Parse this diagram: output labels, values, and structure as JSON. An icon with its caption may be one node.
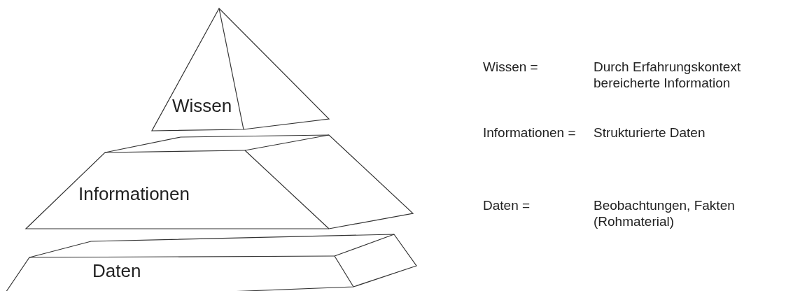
{
  "diagram": {
    "nodes": [
      {
        "text": [
          "Wissen"
        ]
      },
      {
        "text": [
          "Informationen"
        ]
      },
      {
        "text": [
          "Daten"
        ]
      }
    ],
    "labels": [
      "Wissen =",
      "Durch Erfahrungskontext bereicherte Information",
      "Informationen =",
      "Strukturierte Daten",
      "Daten =",
      "Beobachtungen, Fakten (Rohmaterial)"
    ]
  }
}
